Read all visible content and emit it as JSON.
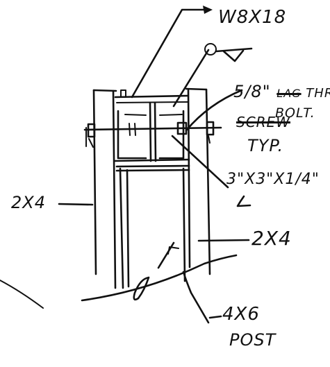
{
  "labels": {
    "beam": "W8X18",
    "bolt_line1_a": "5/8\" ",
    "bolt_line1_struck": "LAG",
    "bolt_line1_b": " THRU",
    "bolt_line2": "BOLT.",
    "bolt_line3_struck": "SCREW",
    "bolt_line4": "TYP.",
    "angle": "3\"X3\"X1/4\"",
    "angle_symbol": "L",
    "stud_left": "2X4",
    "stud_right": "2X4",
    "post_line1": "4X6",
    "post_line2": "POST"
  }
}
